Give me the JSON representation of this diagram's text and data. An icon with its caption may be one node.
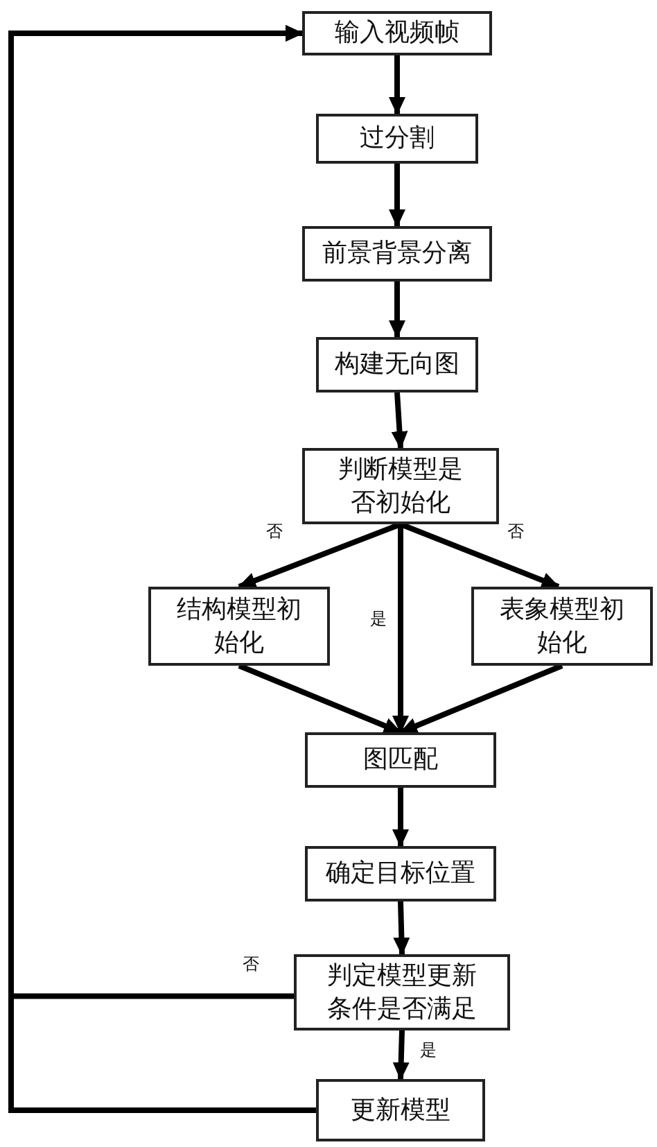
{
  "diagram": {
    "nodes": [
      {
        "text": [
          "输入视频帧"
        ]
      },
      {
        "text": [
          "过分割"
        ]
      },
      {
        "text": [
          "前景背景分离"
        ]
      },
      {
        "text": [
          "构建无向图"
        ]
      },
      {
        "text": [
          "判断模型是否初始化"
        ]
      },
      {
        "text": [
          "结构模型初始化"
        ]
      },
      {
        "text": [
          "表象模型初始化"
        ]
      },
      {
        "text": [
          "图匹配"
        ]
      },
      {
        "text": [
          "确定目标位置"
        ]
      },
      {
        "text": [
          "判定模型更新条件是否满足"
        ]
      },
      {
        "text": [
          "更新模型"
        ]
      }
    ],
    "edges": [
      {
        "from": 0,
        "to": 1,
        "arrow": "to"
      },
      {
        "from": 1,
        "to": 2,
        "arrow": "to"
      },
      {
        "from": 2,
        "to": 3,
        "arrow": "to"
      },
      {
        "from": 3,
        "to": 4,
        "arrow": "to"
      },
      {
        "from": 4,
        "to": 5,
        "arrow": "to",
        "label": "否"
      },
      {
        "from": 4,
        "to": 6,
        "arrow": "to",
        "label": "否"
      },
      {
        "from": 4,
        "to": 7,
        "arrow": "to",
        "label": "是"
      },
      {
        "from": 5,
        "to": 7,
        "arrow": "to"
      },
      {
        "from": 6,
        "to": 7,
        "arrow": "to"
      },
      {
        "from": 7,
        "to": 8,
        "arrow": "to"
      },
      {
        "from": 8,
        "to": 9,
        "arrow": "to"
      },
      {
        "from": 9,
        "to": 10,
        "arrow": "to",
        "label": "是"
      },
      {
        "from": 9,
        "to": 0,
        "arrow": "to",
        "label": "否"
      },
      {
        "from": 10,
        "to": 0,
        "arrow": "to"
      }
    ]
  }
}
